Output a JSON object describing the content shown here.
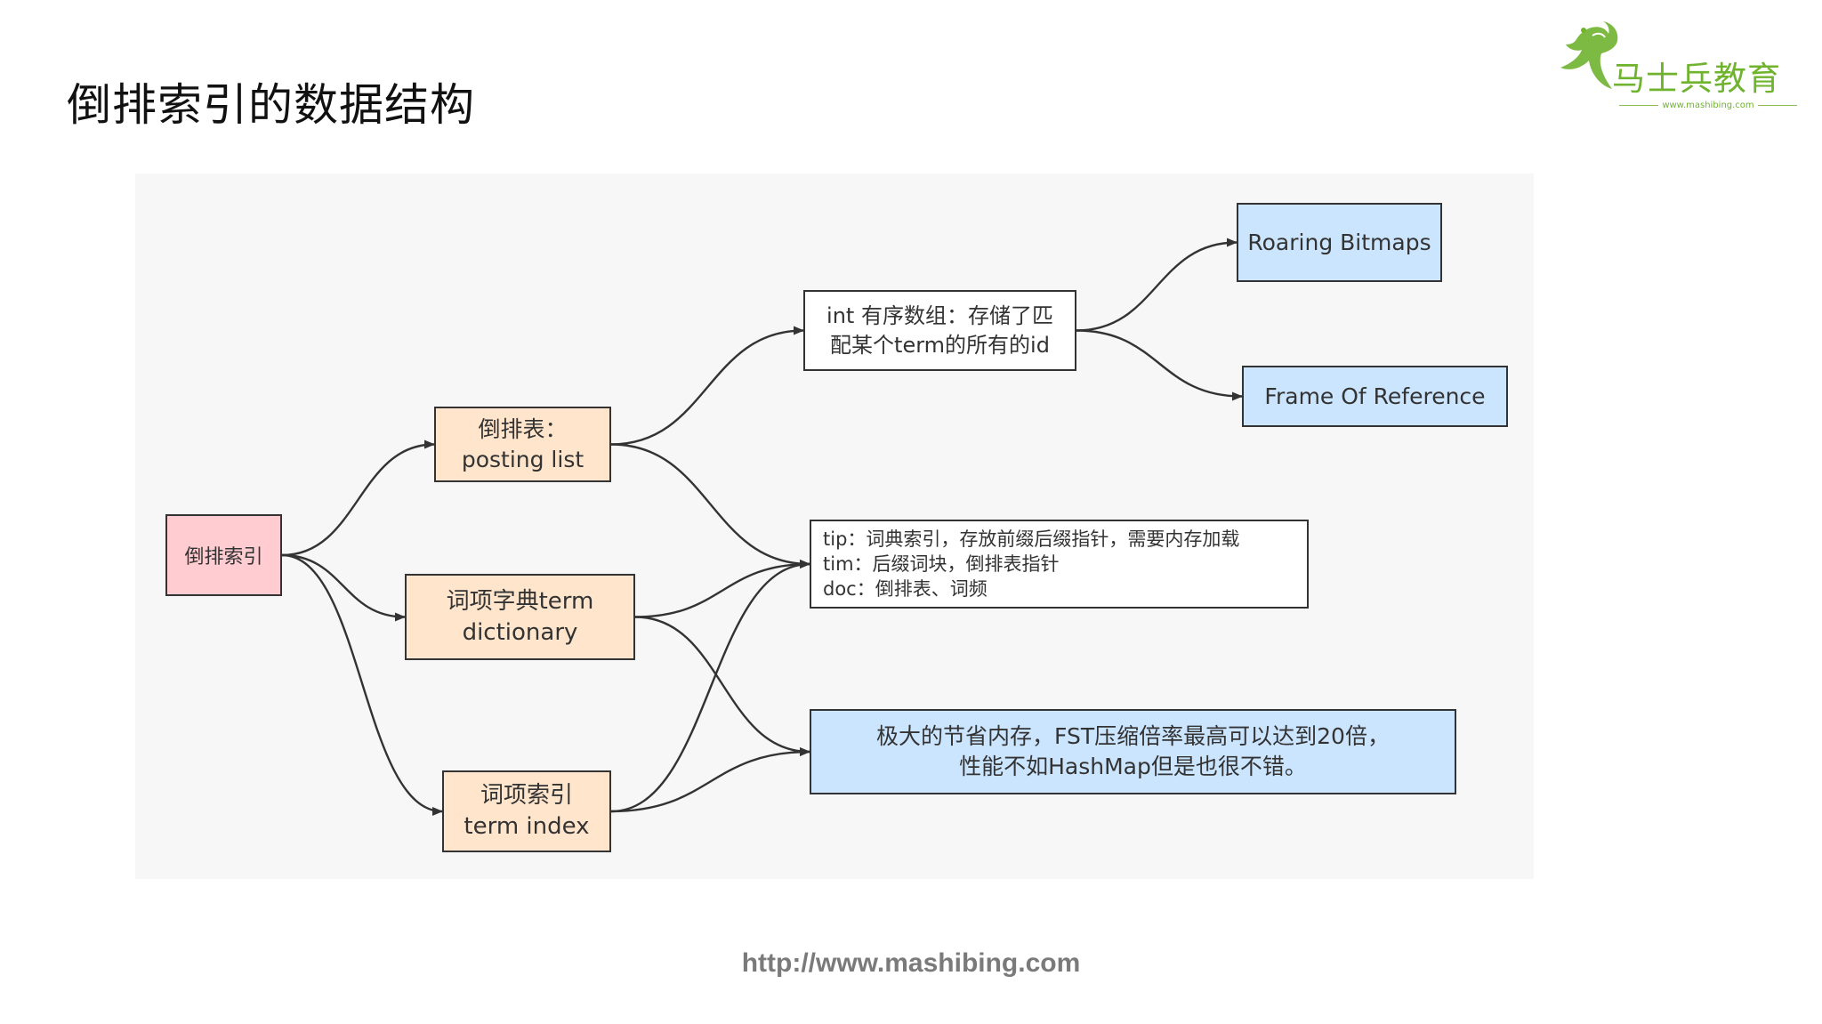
{
  "slide": {
    "title": "倒排索引的数据结构",
    "footer_url": "http://www.mashibing.com"
  },
  "logo": {
    "name": "马士兵教育",
    "url": "www.mashibing.com",
    "accent_color": "#6fb32f"
  },
  "diagram": {
    "nodes": {
      "root": "倒排索引",
      "posting": "倒排表：\nposting list",
      "dictionary": "词项字典term\ndictionary",
      "index": "词项索引\nterm index",
      "int_array": "int 有序数组：存储了匹\n配某个term的所有的id",
      "roaring": "Roaring Bitmaps",
      "for": "Frame Of Reference",
      "tip": "tip：词典索引，存放前缀后缀指针，需要内存加载\ntim：后缀词块，倒排表指针\ndoc：倒排表、词频",
      "fst": "极大的节省内存，FST压缩倍率最高可以达到20倍，\n性能不如HashMap但是也很不错。"
    },
    "colors": {
      "root": "#ffccd1",
      "level1": "#ffe5cc",
      "note": "#ffffff",
      "highlight": "#cce5ff",
      "edge": "#333333",
      "panel": "#f7f7f7"
    },
    "edges": [
      [
        "root",
        "posting"
      ],
      [
        "root",
        "dictionary"
      ],
      [
        "root",
        "index"
      ],
      [
        "posting",
        "int_array"
      ],
      [
        "posting",
        "tip"
      ],
      [
        "int_array",
        "roaring"
      ],
      [
        "int_array",
        "for"
      ],
      [
        "dictionary",
        "tip"
      ],
      [
        "dictionary",
        "fst"
      ],
      [
        "index",
        "tip"
      ],
      [
        "index",
        "fst"
      ]
    ]
  }
}
